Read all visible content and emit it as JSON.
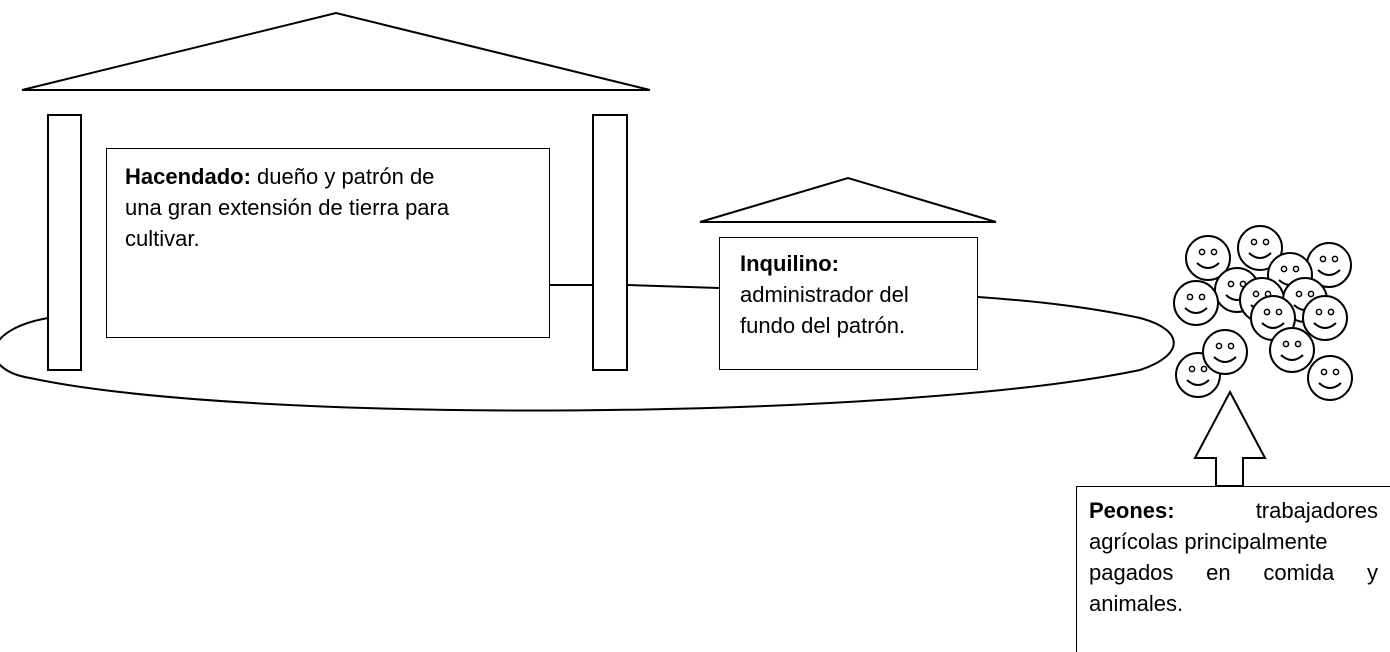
{
  "hacendado": {
    "term": "Hacendado:",
    "definition_line1": "dueño y patrón de",
    "definition_line2": "una gran extensión de tierra para",
    "definition_line3": "cultivar."
  },
  "inquilino": {
    "term": "Inquilino:",
    "definition_line1": "administrador del",
    "definition_line2": "fundo del patrón."
  },
  "peones": {
    "term": "Peones:",
    "definition_line1_end": "trabajadores",
    "definition_line2": "agrícolas principalmente",
    "definition_line3_words": [
      "pagados",
      "en",
      "comida",
      "y"
    ],
    "definition_line4": "animales."
  },
  "colors": {
    "stroke": "#000000",
    "background": "#ffffff"
  }
}
